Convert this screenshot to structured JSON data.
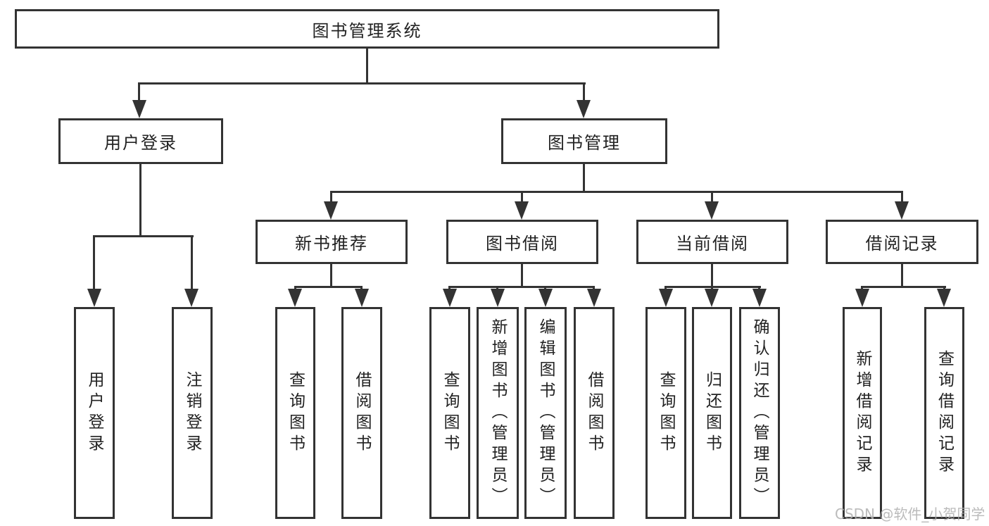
{
  "tree": {
    "root": {
      "label": "图书管理系统"
    },
    "branches": [
      {
        "label": "用户登录",
        "children": [
          {
            "label": "用户登录"
          },
          {
            "label": "注销登录"
          }
        ]
      },
      {
        "label": "图书管理",
        "children": [
          {
            "label": "新书推荐",
            "children": [
              {
                "label": "查询图书"
              },
              {
                "label": "借阅图书"
              }
            ]
          },
          {
            "label": "图书借阅",
            "children": [
              {
                "label": "查询图书"
              },
              {
                "label": "新增图书（管理员）"
              },
              {
                "label": "编辑图书（管理员）"
              },
              {
                "label": "借阅图书"
              }
            ]
          },
          {
            "label": "当前借阅",
            "children": [
              {
                "label": "查询图书"
              },
              {
                "label": "归还图书"
              },
              {
                "label": "确认归还（管理员）"
              }
            ]
          },
          {
            "label": "借阅记录",
            "children": [
              {
                "label": "新增借阅记录"
              },
              {
                "label": "查询借阅记录"
              }
            ]
          }
        ]
      }
    ]
  },
  "watermark": {
    "text": "CSDN @软件_小贺同学"
  },
  "colors": {
    "line": "#333333",
    "text": "#222222",
    "background": "#ffffff",
    "watermark": "#b0b0b0"
  }
}
